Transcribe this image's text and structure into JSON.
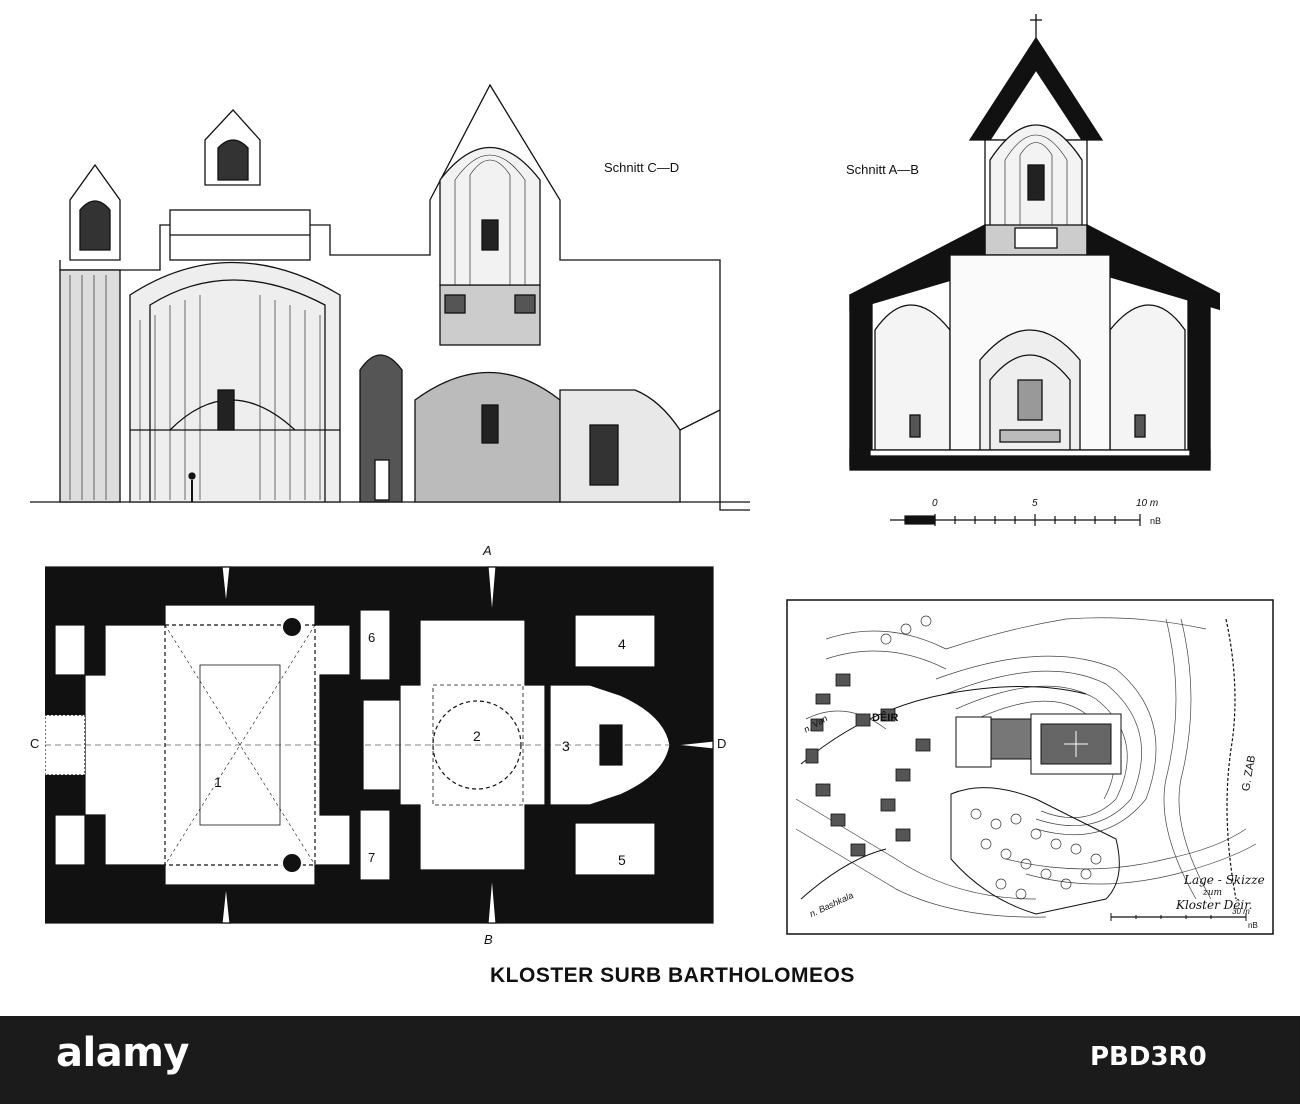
{
  "plate": {
    "title": "KLOSTER SURB BARTHOLOMEOS"
  },
  "section_cd": {
    "label": "Schnitt C—D"
  },
  "section_ab": {
    "label": "Schnitt A—B",
    "scale": {
      "ticks": [
        "0",
        "5",
        "10 m"
      ],
      "signature": "nB"
    }
  },
  "plan": {
    "markers": {
      "a": "A",
      "b": "B",
      "c": "C",
      "d": "D"
    },
    "rooms": [
      "1",
      "2",
      "3",
      "4",
      "5",
      "6",
      "7"
    ]
  },
  "site": {
    "village": "DÊIR",
    "river": "G. ZAB",
    "road_van": "n. Van",
    "road_bashkala": "n. Bashkala",
    "caption_line1": "Lage - Skizze",
    "caption_line2": "zum",
    "caption_line3": "Kloster Dêir.",
    "scale_end": "30 m",
    "signature": "nB"
  },
  "footer": {
    "brand": "alamy",
    "stock_code": "PBD3R0"
  }
}
